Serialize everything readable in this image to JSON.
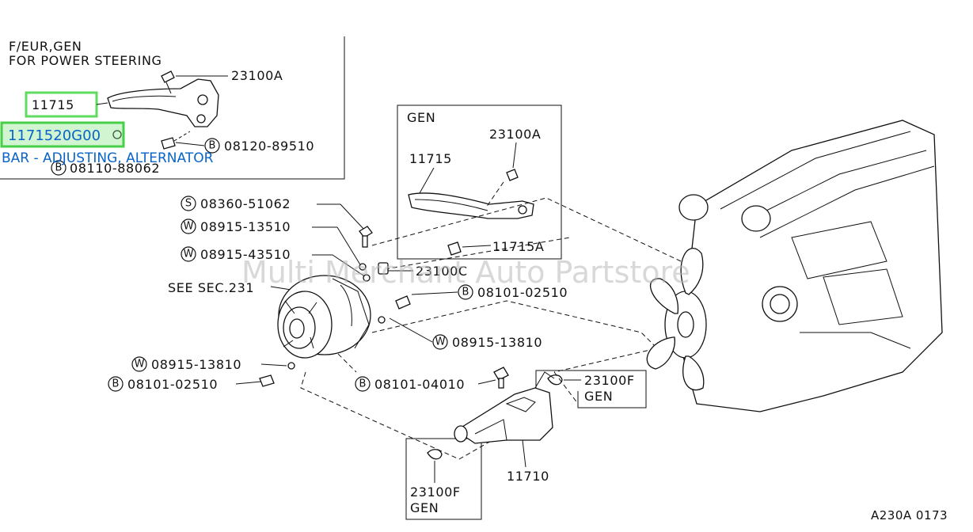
{
  "inset_ps": {
    "title_line1": "F/EUR,GEN",
    "title_line2": "FOR POWER STEERING",
    "label_23100A": "23100A",
    "label_11715": "11715",
    "label_bolt_b1": "08120-89510",
    "label_bolt_b2": "08110-88062"
  },
  "callout": {
    "part_number": "1171520G00",
    "description": "BAR - ADJUSTING, ALTERNATOR"
  },
  "inset_gen": {
    "title": "GEN",
    "label_23100A": "23100A",
    "label_11715": "11715",
    "label_11715A": "11715A"
  },
  "parts": {
    "s_08360": "08360-51062",
    "w_08915_135": "08915-13510",
    "w_08915_435": "08915-43510",
    "p_23100C": "23100C",
    "see_sec": "SEE SEC.231",
    "b_08101_025_a": "08101-02510",
    "w_08915_138_a": "08915-13810",
    "w_08915_138_b": "08915-13810",
    "b_08101_025_b": "08101-02510",
    "b_08101_040": "08101-04010",
    "p_23100F_a": "23100F",
    "gen_a": "GEN",
    "p_11710": "11710",
    "p_23100F_b": "23100F",
    "gen_b": "GEN"
  },
  "symbols": {
    "s": "S",
    "w": "W",
    "b": "B"
  },
  "watermark": "Multi Merchant Auto Partstore",
  "figure_code": "A230A 0173",
  "colors": {
    "highlight": "#5fdc5f",
    "callout_text": "#0a64c8",
    "line": "#111111"
  }
}
